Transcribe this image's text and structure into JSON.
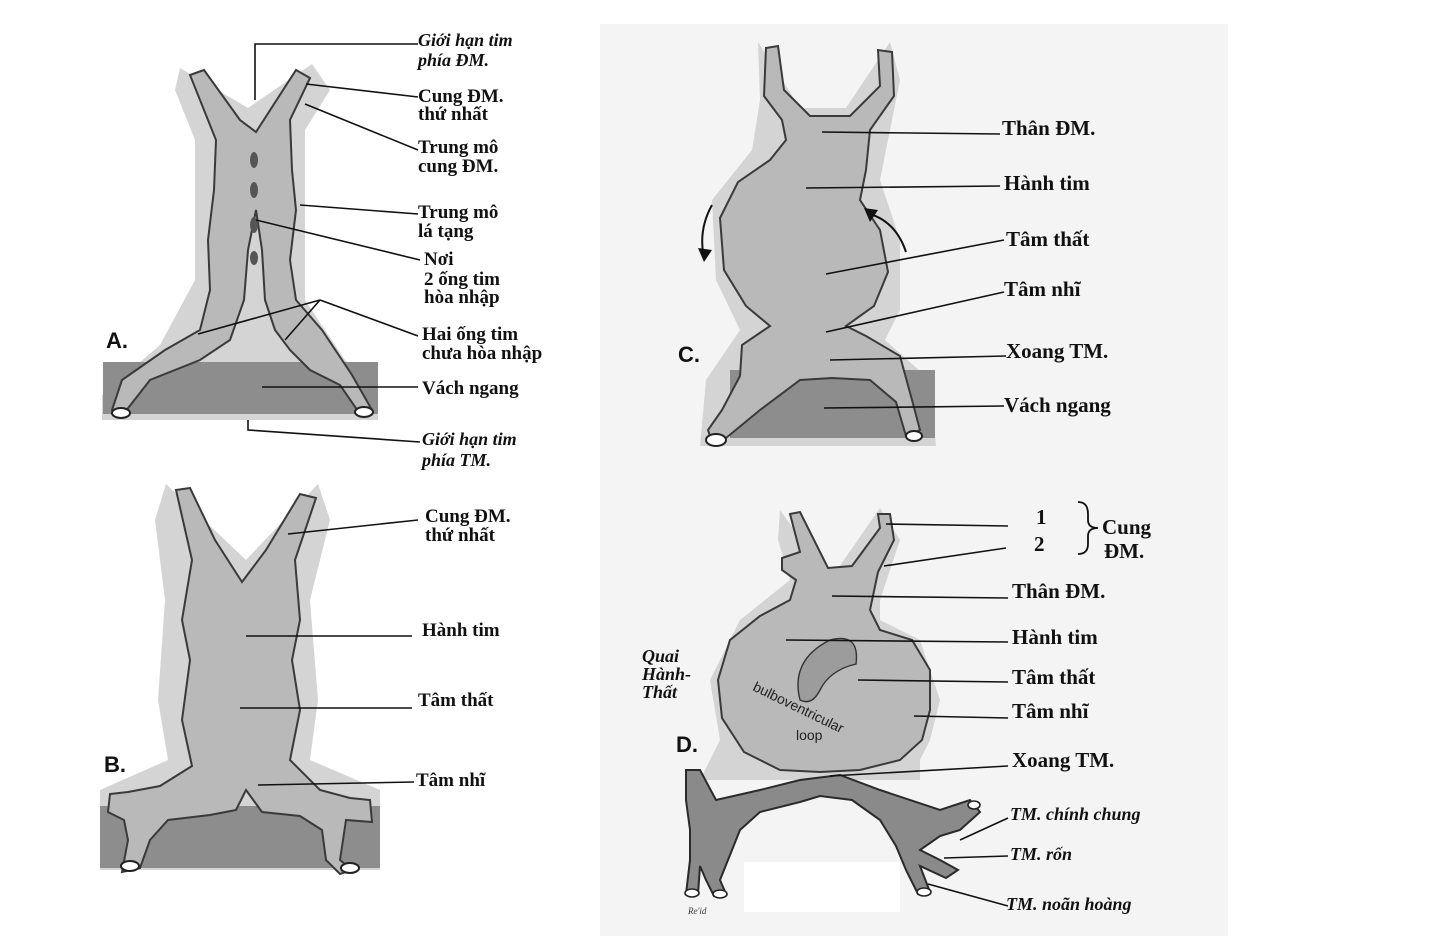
{
  "panels": {
    "A": {
      "letter": "A.",
      "labels": {
        "arterial_limit_1": "Giới hạn tim",
        "arterial_limit_2": "phía ĐM.",
        "first_arch_1": "Cung ĐM.",
        "first_arch_2": "thứ nhất",
        "arch_mesoderm_1": "Trung mô",
        "arch_mesoderm_2": "cung ĐM.",
        "splanchnic_1": "Trung mô",
        "splanchnic_2": "lá tạng",
        "fusion_1": "Nơi",
        "fusion_2": "2 ống tim",
        "fusion_3": "hòa nhập",
        "unfused_1": "Hai ống tim",
        "unfused_2": "chưa hòa nhập",
        "septum": "Vách ngang",
        "venous_limit_1": "Giới hạn tim",
        "venous_limit_2": "phía TM."
      }
    },
    "B": {
      "letter": "B.",
      "labels": {
        "first_arch_1": "Cung ĐM.",
        "first_arch_2": "thứ nhất",
        "bulbus": "Hành tim",
        "ventricle": "Tâm thất",
        "atrium": "Tâm nhĩ"
      }
    },
    "C": {
      "letter": "C.",
      "labels": {
        "truncus": "Thân ĐM.",
        "bulbus": "Hành tim",
        "ventricle": "Tâm thất",
        "atrium": "Tâm nhĩ",
        "sinus": "Xoang TM.",
        "septum": "Vách ngang"
      }
    },
    "D": {
      "letter": "D.",
      "labels": {
        "arch_num_1": "1",
        "arch_num_2": "2",
        "arch_1": "Cung",
        "arch_2": "ĐM.",
        "truncus": "Thân ĐM.",
        "bulbus": "Hành tim",
        "ventricle": "Tâm thất",
        "atrium": "Tâm nhĩ",
        "sinus": "Xoang TM.",
        "cardinal": "TM. chính chung",
        "umbilical": "TM. rốn",
        "vitelline": "TM. noãn hoàng",
        "loop_1": "Quai",
        "loop_2": "Hành-",
        "loop_3": "Thất",
        "loop_en_1": "bulboventricular",
        "loop_en_2": "loop",
        "signature": "Re'id"
      }
    }
  }
}
